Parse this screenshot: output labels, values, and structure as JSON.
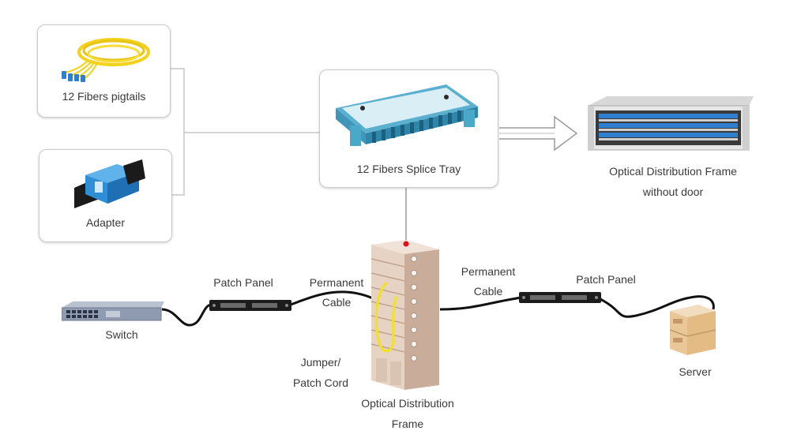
{
  "components": {
    "pigtails": {
      "label": "12 Fibers pigtails",
      "icon": "fiber-pigtail-bundle-icon"
    },
    "adapter": {
      "label": "Adapter",
      "icon": "sc-adapter-icon"
    },
    "splice_tray": {
      "label": "12 Fibers Splice Tray",
      "icon": "splice-tray-icon"
    },
    "odf_no_door": {
      "label_line1": "Optical Distribution Frame",
      "label_line2": "without door",
      "icon": "rack-odf-icon"
    },
    "switch": {
      "label": "Switch",
      "icon": "network-switch-icon"
    },
    "patch_panel_left": {
      "label": "Patch Panel",
      "icon": "patch-panel-icon"
    },
    "patch_panel_right": {
      "label": "Patch Panel",
      "icon": "patch-panel-icon"
    },
    "permanent_cable_left": {
      "line1": "Permanent",
      "line2": "Cable"
    },
    "permanent_cable_right": {
      "line1": "Permanent",
      "line2": "Cable"
    },
    "jumper": {
      "line1": "Jumper/",
      "line2": "Patch Cord"
    },
    "odf": {
      "line1": "Optical Distribution",
      "line2": "Frame",
      "icon": "odf-cabinet-icon"
    },
    "server": {
      "label": "Server",
      "icon": "server-icon"
    }
  },
  "colors": {
    "fiber_yellow": "#f2d21b",
    "adapter_blue": "#2f8fd6",
    "tray_blue": "#4aa8c8",
    "odf_beige": "#e3cfc0",
    "cable": "#111111",
    "connector_lines": "#bdbdbd",
    "marker_red": "#e0101a"
  }
}
